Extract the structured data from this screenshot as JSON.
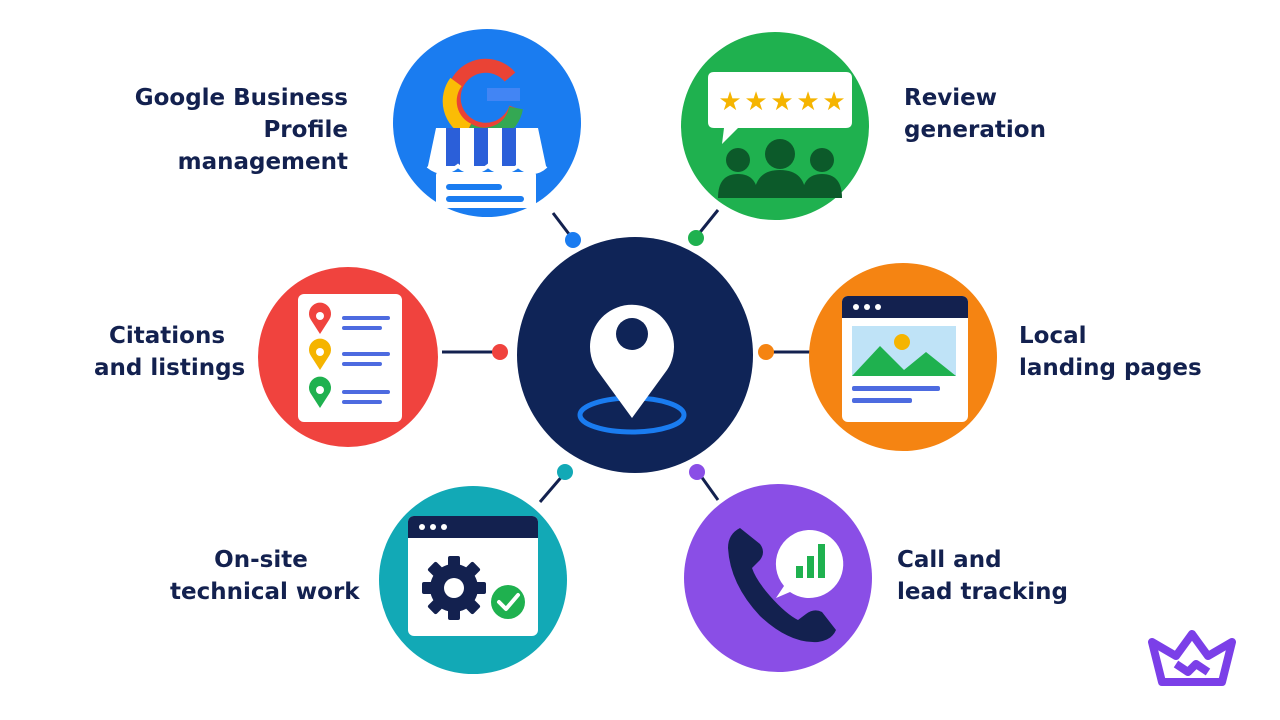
{
  "hub": {
    "icon": "location-pin-icon",
    "color": "#0f2457"
  },
  "services": [
    {
      "id": "gbp",
      "lines": [
        "Google Business",
        "Profile",
        "management"
      ],
      "color": "#1a7cf0",
      "connector_color": "#1a7cf0",
      "icon": "google-storefront-icon"
    },
    {
      "id": "reviews",
      "lines": [
        "Review",
        "generation"
      ],
      "color": "#1fb14f",
      "connector_color": "#1fb14f",
      "icon": "star-review-people-icon"
    },
    {
      "id": "citations",
      "lines": [
        "Citations",
        "and listings"
      ],
      "color": "#f0433e",
      "connector_color": "#f0433e",
      "icon": "listing-pins-icon"
    },
    {
      "id": "landing",
      "lines": [
        "Local",
        "landing pages"
      ],
      "color": "#f58412",
      "connector_color": "#f58412",
      "icon": "browser-landscape-icon"
    },
    {
      "id": "technical",
      "lines": [
        "On-site",
        "technical work"
      ],
      "color": "#12a9b6",
      "connector_color": "#12a9b6",
      "icon": "gear-check-window-icon"
    },
    {
      "id": "tracking",
      "lines": [
        "Call and",
        "lead tracking"
      ],
      "color": "#8a4ee6",
      "connector_color": "#8a4ee6",
      "icon": "phone-chart-icon"
    }
  ],
  "brand": {
    "icon": "crown-logo-icon",
    "color": "#7b3fe8"
  }
}
